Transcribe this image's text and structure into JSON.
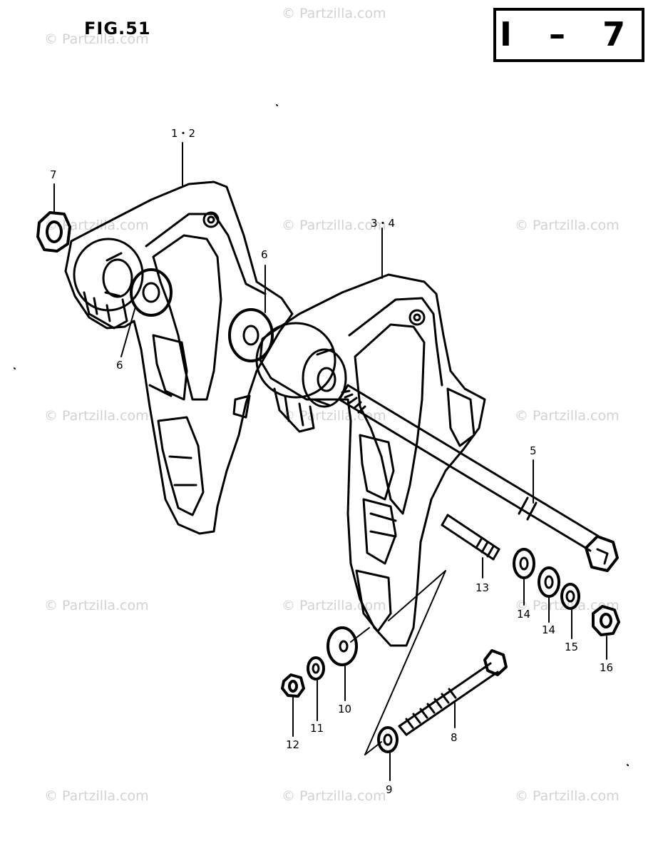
{
  "figure": {
    "title": "FIG.51",
    "section": "I – 7"
  },
  "watermark": "© Partzilla.com",
  "callouts": [
    {
      "id": "c-1-2",
      "text": "1・2"
    },
    {
      "id": "c-3-4",
      "text": "3・4"
    },
    {
      "id": "c-5",
      "text": "5"
    },
    {
      "id": "c-6a",
      "text": "6"
    },
    {
      "id": "c-6b",
      "text": "6"
    },
    {
      "id": "c-7",
      "text": "7"
    },
    {
      "id": "c-8",
      "text": "8"
    },
    {
      "id": "c-9",
      "text": "9"
    },
    {
      "id": "c-10",
      "text": "10"
    },
    {
      "id": "c-11",
      "text": "11"
    },
    {
      "id": "c-12",
      "text": "12"
    },
    {
      "id": "c-13",
      "text": "13"
    },
    {
      "id": "c-14a",
      "text": "14"
    },
    {
      "id": "c-14b",
      "text": "14"
    },
    {
      "id": "c-15",
      "text": "15"
    },
    {
      "id": "c-16",
      "text": "16"
    }
  ],
  "colors": {
    "ink": "#000000",
    "watermark": "#d2d2d2",
    "background": "#ffffff"
  }
}
